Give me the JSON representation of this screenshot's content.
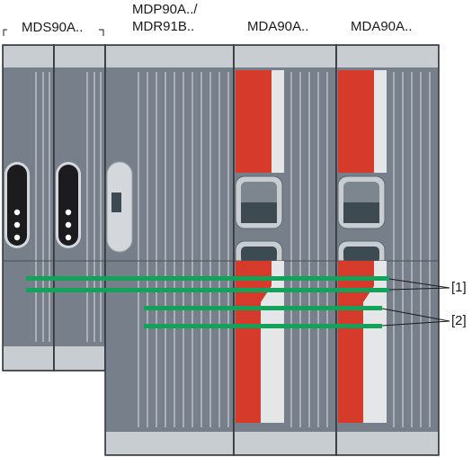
{
  "labels": {
    "mds": "MDS90A..",
    "mdp_line1": "MDP90A../",
    "mdp_line2": "MDR91B..",
    "mda1": "MDA90A..",
    "mda2": "MDA90A.."
  },
  "callouts": {
    "upper": "[1]",
    "lower": "[2]"
  },
  "colors": {
    "module_body": "#77808a",
    "module_dark": "#5f6870",
    "rib": "#a9b0b7",
    "cap": "#c8cdd2",
    "outline": "#2e3338",
    "red_panel": "#d63a2b",
    "light_panel": "#e4e6e8",
    "busbar": "#12a35a"
  }
}
